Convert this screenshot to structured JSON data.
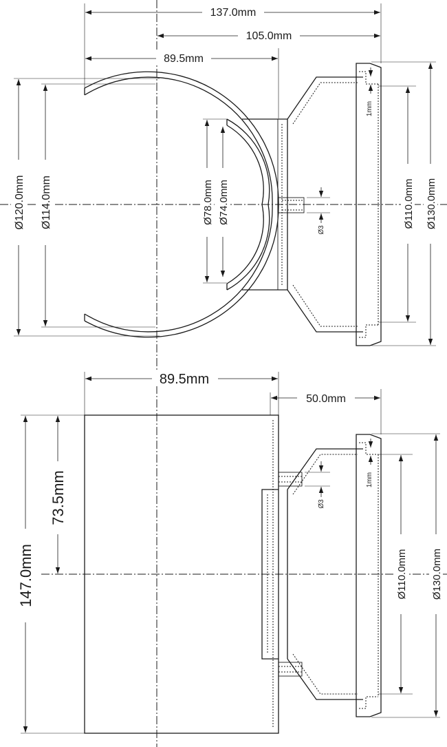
{
  "top_view": {
    "dim_overall_width": "137.0mm",
    "dim_center_to_flange": "105.0mm",
    "dim_clamp_depth": "89.5mm",
    "dim_outer_diameter": "Ø120.0mm",
    "dim_inner_diameter": "Ø114.0mm",
    "dim_ring_outer": "Ø78.0mm",
    "dim_ring_inner": "Ø74.0mm",
    "dim_bolt": "Ø3",
    "dim_wall": "1mm",
    "dim_flange_inner": "Ø110.0mm",
    "dim_flange_outer": "Ø130.0mm"
  },
  "side_view": {
    "dim_body_depth": "89.5mm",
    "dim_flange_offset": "50.0mm",
    "dim_total_height": "147.0mm",
    "dim_half_height": "73.5mm",
    "dim_bolt": "Ø3",
    "dim_wall": "1mm",
    "dim_flange_inner": "Ø110.0mm",
    "dim_flange_outer": "Ø130.0mm"
  }
}
